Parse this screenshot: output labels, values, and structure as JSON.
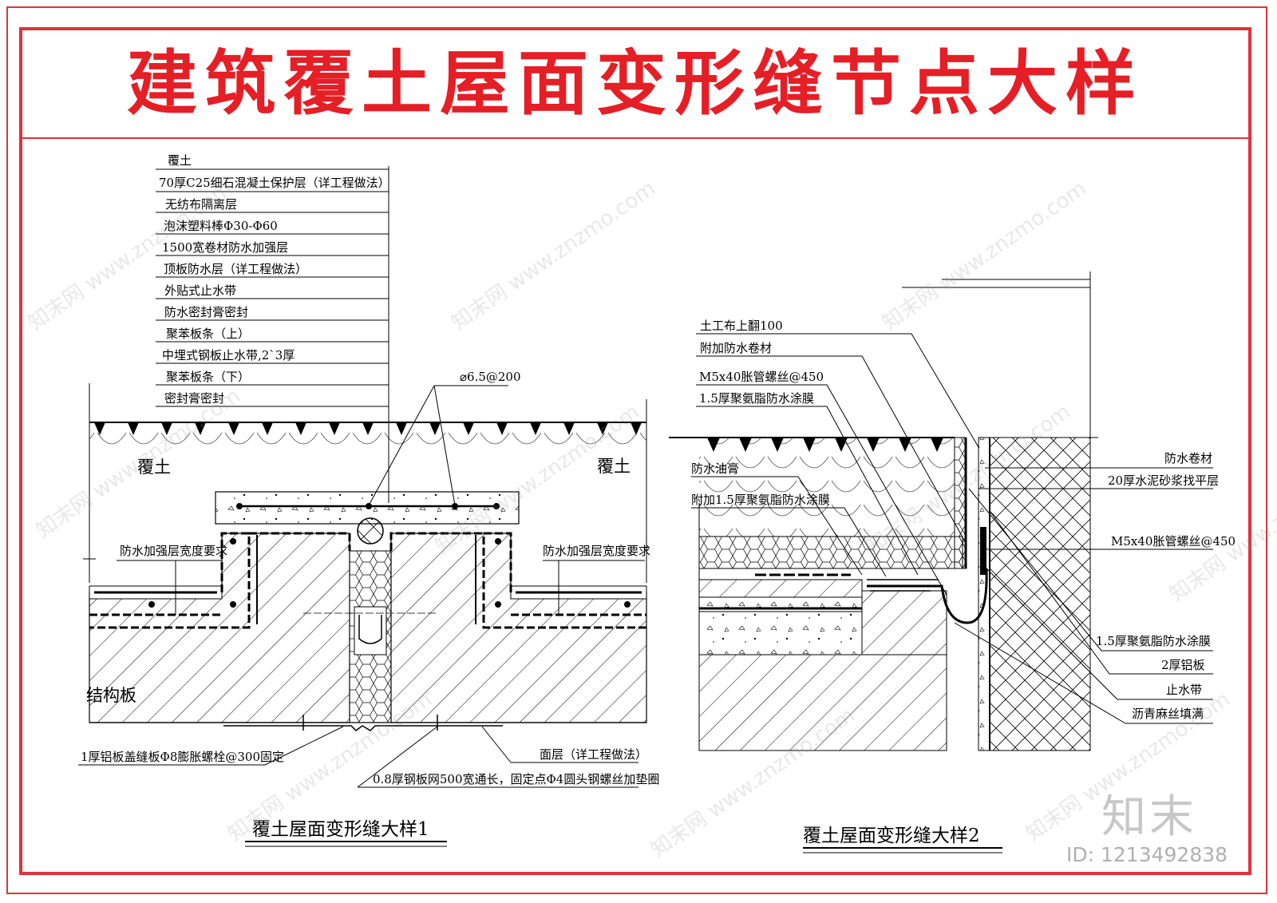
{
  "title": "建筑覆土屋面变形缝节点大样",
  "detail1": {
    "caption": "覆土屋面变形缝大样1",
    "leader_labels": [
      "覆土",
      "70厚C25细石混凝土保护层（详工程做法）",
      "无纺布隔离层",
      "泡沫塑料棒Φ30-Φ60",
      "1500宽卷材防水加强层",
      "顶板防水层（详工程做法）",
      "外贴式止水带",
      "防水密封膏密封",
      "聚苯板条（上）",
      "中埋式钢板止水带,2`3厚",
      "聚苯板条（下）",
      "密封膏密封"
    ],
    "rebar_label": "⌀6.5@200",
    "soil_left": "覆土",
    "soil_right": "覆土",
    "reinforce_left": "防水加强层宽度要求",
    "reinforce_right": "防水加强层宽度要求",
    "structure_slab": "结构板",
    "bottom_left": "1厚铝板盖缝板Φ8膨胀螺栓@300固定",
    "bottom_right_1": "面层（详工程做法）",
    "bottom_right_2": "0.8厚钢板网500宽通长，固定点Φ4圆头钢螺丝加垫圈"
  },
  "detail2": {
    "caption": "覆土屋面变形缝大样2",
    "top_labels": [
      "土工布上翻100",
      "附加防水卷材",
      "M5x40胀管螺丝@450",
      "1.5厚聚氨脂防水涂膜"
    ],
    "left_labels": [
      "防水油膏",
      "附加1.5厚聚氨脂防水涂膜"
    ],
    "right_labels": [
      "防水卷材",
      "20厚水泥砂浆找平层",
      "M5x40胀管螺丝@450",
      "1.5厚聚氨脂防水涂膜",
      "2厚铝板",
      "止水带",
      "沥青麻丝填满"
    ]
  },
  "watermark": "知末网 www.znzmo.com",
  "logo": "知末",
  "id_label": "ID: 1213492838",
  "colors": {
    "frame": "#e0333a",
    "title": "#e61e25"
  }
}
